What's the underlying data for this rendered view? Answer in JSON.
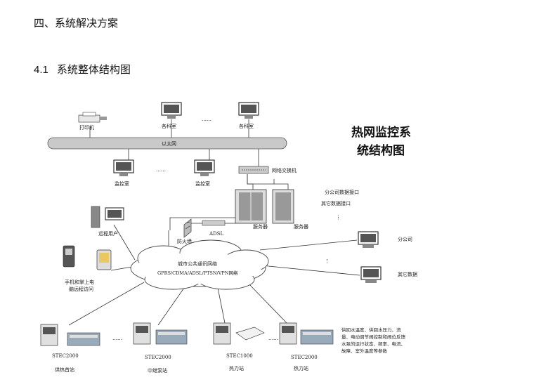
{
  "section_title": "四、系统解决方案",
  "subsection": {
    "number": "4.1",
    "title": "系统整体结构图"
  },
  "diagram": {
    "title_line1": "热网监控系",
    "title_line2": "统结构图",
    "printer": "打印机",
    "dept1": "各科室",
    "dept2": "各科室",
    "ellipsis_top": "……",
    "ethernet": "以太网",
    "monitor1": "监控室",
    "monitor2": "监控室",
    "ellipsis_mid": "……",
    "switch": "网络交换机",
    "server1": "服务器",
    "server2": "服务器",
    "branch_iface": "分公司数据接口",
    "other_iface": "其它数据接口",
    "dots_vert1": "⋮",
    "firewall": "防火墙",
    "adsl": "ADSL",
    "remote_user": "远程用户",
    "mobile_line1": "手机和掌上电",
    "mobile_line2": "脑远程访问",
    "network_line1": "城市公共通讯网络",
    "network_line2": "GPRS/CDMA/ADSL/PTSN/VPN网络",
    "branch": "分公司",
    "dots_vert2": "⋮",
    "other_data": "其它数据",
    "stations": [
      {
        "model": "STEC2000",
        "name": "供热首站"
      },
      {
        "model": "STEC2000",
        "name": "中继泵站"
      },
      {
        "model": "STEC1000",
        "name": "热力站"
      },
      {
        "model": "STEC2000",
        "name": "热力站"
      }
    ],
    "ellipsis_bottom1": "……",
    "ellipsis_bottom2": "……",
    "note_line1": "供回水温度、供回水压力、流",
    "note_line2": "量、电动调节阀控制和阀位反馈",
    "note_line3": "水泵的运行状态、频率、电流、",
    "note_line4": "故障、室外温度等参数"
  }
}
